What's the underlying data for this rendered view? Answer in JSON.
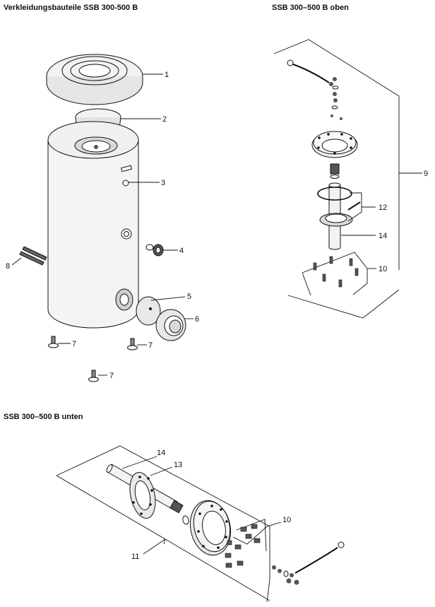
{
  "headings": {
    "casing": "Verkleidungsbauteile SSB 300-500 B",
    "top": "SSB 300–500 B oben",
    "bottom": "SSB 300–500 B unten"
  },
  "callouts": [
    "1",
    "2",
    "3",
    "4",
    "5",
    "6",
    "7",
    "7",
    "7",
    "8",
    "9",
    "12",
    "14",
    "10",
    "14",
    "13",
    "10",
    "11"
  ],
  "colors": {
    "line": "#111111",
    "fill_light": "#f2f2f2",
    "fill_mid": "#d9d9d9",
    "fill_dark": "#555555",
    "background": "#ffffff"
  }
}
